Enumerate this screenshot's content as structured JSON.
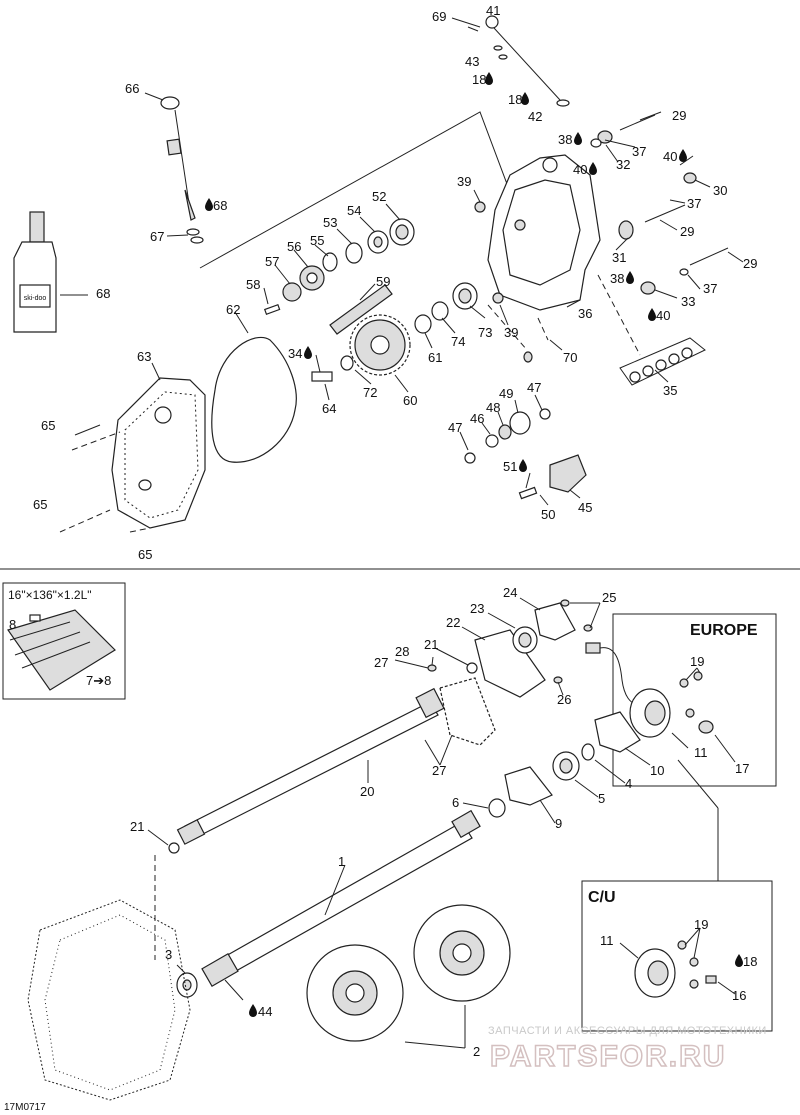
{
  "diagram_code": "17M0717",
  "regions": {
    "europe_title": "EUROPE",
    "cu_title": "C/U",
    "track_title": "16\"×136\"×1.2L\""
  },
  "watermark": {
    "tagline": "ЗАПЧАСТИ И АКСЕССУАРЫ ДЛЯ МОТОТЕХНИКИ",
    "brand": "PARTSFOR.RU"
  },
  "bottle_brand": "ski-doo",
  "callouts": [
    {
      "id": "c69",
      "text": "69"
    },
    {
      "id": "c41",
      "text": "41"
    },
    {
      "id": "c43",
      "text": "43"
    },
    {
      "id": "c18a",
      "text": "18",
      "drop": true
    },
    {
      "id": "c18b",
      "text": "18",
      "drop": true
    },
    {
      "id": "c42",
      "text": "42"
    },
    {
      "id": "c66",
      "text": "66"
    },
    {
      "id": "c29a",
      "text": "29"
    },
    {
      "id": "c38a",
      "text": "38",
      "drop": true
    },
    {
      "id": "c37a",
      "text": "37"
    },
    {
      "id": "c32",
      "text": "32"
    },
    {
      "id": "c40a",
      "text": "40",
      "drop": true
    },
    {
      "id": "c40b",
      "text": "40",
      "drop": true
    },
    {
      "id": "c30",
      "text": "30"
    },
    {
      "id": "c39a",
      "text": "39"
    },
    {
      "id": "c52",
      "text": "52"
    },
    {
      "id": "c37b",
      "text": "37"
    },
    {
      "id": "c68a",
      "text": "68",
      "drop": true
    },
    {
      "id": "c54",
      "text": "54"
    },
    {
      "id": "c53",
      "text": "53"
    },
    {
      "id": "c29b",
      "text": "29"
    },
    {
      "id": "c67",
      "text": "67"
    },
    {
      "id": "c56",
      "text": "56"
    },
    {
      "id": "c55",
      "text": "55"
    },
    {
      "id": "c31",
      "text": "31"
    },
    {
      "id": "c57",
      "text": "57"
    },
    {
      "id": "c29c",
      "text": "29"
    },
    {
      "id": "c38b",
      "text": "38",
      "drop": true
    },
    {
      "id": "c59",
      "text": "59"
    },
    {
      "id": "c37c",
      "text": "37"
    },
    {
      "id": "c68b",
      "text": "68"
    },
    {
      "id": "c58",
      "text": "58"
    },
    {
      "id": "c33",
      "text": "33"
    },
    {
      "id": "c62",
      "text": "62"
    },
    {
      "id": "c40c",
      "text": "40",
      "drop": true
    },
    {
      "id": "c36",
      "text": "36"
    },
    {
      "id": "c73",
      "text": "73"
    },
    {
      "id": "c39b",
      "text": "39"
    },
    {
      "id": "c74",
      "text": "74"
    },
    {
      "id": "c63",
      "text": "63"
    },
    {
      "id": "c34",
      "text": "34",
      "drop": true
    },
    {
      "id": "c61",
      "text": "61"
    },
    {
      "id": "c70",
      "text": "70"
    },
    {
      "id": "c72",
      "text": "72"
    },
    {
      "id": "c35",
      "text": "35"
    },
    {
      "id": "c64",
      "text": "64"
    },
    {
      "id": "c60",
      "text": "60"
    },
    {
      "id": "c47a",
      "text": "47"
    },
    {
      "id": "c49",
      "text": "49"
    },
    {
      "id": "c65a",
      "text": "65"
    },
    {
      "id": "c48",
      "text": "48"
    },
    {
      "id": "c47b",
      "text": "47"
    },
    {
      "id": "c46",
      "text": "46"
    },
    {
      "id": "c51",
      "text": "51",
      "drop": true
    },
    {
      "id": "c65b",
      "text": "65"
    },
    {
      "id": "c45",
      "text": "45"
    },
    {
      "id": "c50",
      "text": "50"
    },
    {
      "id": "c65c",
      "text": "65"
    },
    {
      "id": "c24",
      "text": "24"
    },
    {
      "id": "c25",
      "text": "25"
    },
    {
      "id": "c8",
      "text": "8"
    },
    {
      "id": "c23",
      "text": "23"
    },
    {
      "id": "c22",
      "text": "22"
    },
    {
      "id": "c21a",
      "text": "21"
    },
    {
      "id": "c28",
      "text": "28"
    },
    {
      "id": "c27a",
      "text": "27"
    },
    {
      "id": "c19a",
      "text": "19"
    },
    {
      "id": "c26",
      "text": "26"
    },
    {
      "id": "c7to8",
      "text": "7➔8"
    },
    {
      "id": "c11a",
      "text": "11"
    },
    {
      "id": "c17",
      "text": "17"
    },
    {
      "id": "c10",
      "text": "10"
    },
    {
      "id": "c4",
      "text": "4"
    },
    {
      "id": "c27b",
      "text": "27"
    },
    {
      "id": "c5",
      "text": "5"
    },
    {
      "id": "c20",
      "text": "20"
    },
    {
      "id": "c6",
      "text": "6"
    },
    {
      "id": "c9",
      "text": "9"
    },
    {
      "id": "c21b",
      "text": "21"
    },
    {
      "id": "c1",
      "text": "1"
    },
    {
      "id": "c19b",
      "text": "19"
    },
    {
      "id": "c11b",
      "text": "11"
    },
    {
      "id": "c18c",
      "text": "18",
      "drop": true
    },
    {
      "id": "c3",
      "text": "3"
    },
    {
      "id": "c16",
      "text": "16"
    },
    {
      "id": "c44",
      "text": "44",
      "drop": true
    },
    {
      "id": "c2",
      "text": "2"
    }
  ]
}
